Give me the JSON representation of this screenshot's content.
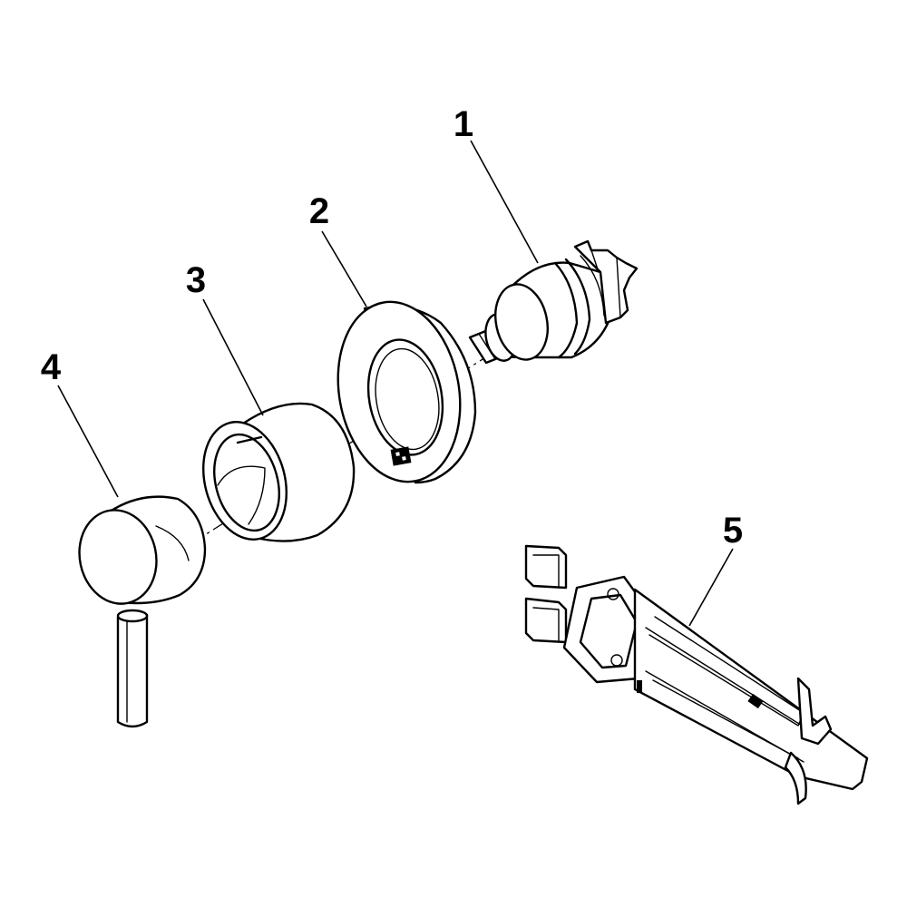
{
  "diagram": {
    "callouts": [
      {
        "id": "cartridge",
        "label": "1"
      },
      {
        "id": "rosette",
        "label": "2"
      },
      {
        "id": "sleeve",
        "label": "3"
      },
      {
        "id": "handle",
        "label": "4"
      },
      {
        "id": "mounting-key",
        "label": "5"
      }
    ]
  }
}
